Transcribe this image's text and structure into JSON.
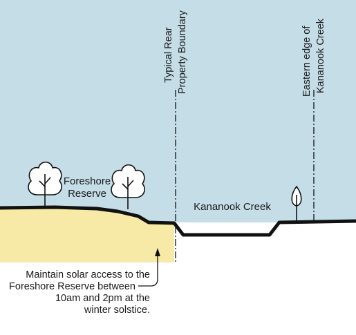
{
  "labels": {
    "rear_boundary_line1": "Typical Rear",
    "rear_boundary_line2": "Property Boundary",
    "eastern_edge_line1": "Eastern edge of",
    "eastern_edge_line2": "Kananook Creek",
    "foreshore_line1": "Foreshore",
    "foreshore_line2": "Reserve",
    "creek": "Kananook Creek"
  },
  "note": {
    "line1": "Maintain solar access to the",
    "line2": "Foreshore Reserve between",
    "line3": "10am and 2pm at the",
    "line4": "winter solstice."
  },
  "colors": {
    "sky": "#c4dde6",
    "reserve": "#f6eaa6",
    "ground": "#111111"
  }
}
